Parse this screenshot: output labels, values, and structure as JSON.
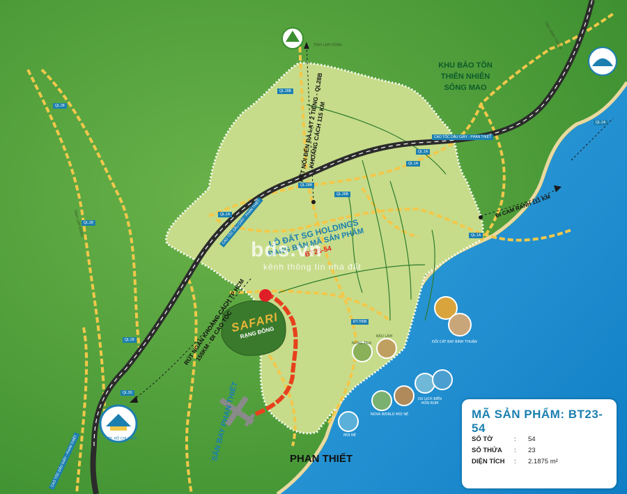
{
  "labels": {
    "tinh_lam_dong_top": "TỈNH LÂM ĐỒNG",
    "tinh_binh_thuan": "TỈNH BÌNH THUẬN",
    "tinh_lam_dong_left": "TỈNH LÂM ĐỒNG",
    "reserve_line1": "KHU BẢO TỒN",
    "reserve_line2": "THIÊN NHIÊN",
    "reserve_line3": "SÔNG MAO",
    "expressway_east": "CAO TỐC DẦU GIÂY - PHAN THIẾT",
    "expressway_mid": "CAO TỐC DẦU GIÂY - PHAN THIẾT",
    "expressway_sw": "CAO TỐC DẦU GIÂY - PHAN THIẾT",
    "dalat_link_1": "KẾT NỐI ĐẾN ĐÀ LẠT 2 TIẾNG - QL28B",
    "dalat_link_2": "KHOẢNG CÁCH 115 KM",
    "cam_ranh": "ĐI CAM RANH 111 KM",
    "hcm_1": "RÚT NGẮN KHOẢNG CÁCH TP HCM",
    "hcm_2": "155KM - ĐI CAO TỐC",
    "project_1": "LÔ ĐẤT SG HOLDINGS",
    "project_2": "ĐANG BÁN MÃ SẢN PHẨM",
    "project_code": "BT23-54",
    "safari_1": "SAFARI",
    "safari_2": "RẠNG ĐÔNG",
    "airport": "SÂN BAY PHAN THIẾT",
    "phan_thiet": "PHAN THIẾT",
    "doi_cat": "ĐỒI CÁT BAY BÌNH THUẬN",
    "du_lich": "DU LỊCH BIỂN",
    "du_lich_2": "HÒN ROM",
    "novaworld": "NOVA WORLD MŨI NÉ",
    "mui_ne": "MŨI NÉ",
    "tp_hcm": "TP. HỒ CHÍ MINH",
    "resort_left": "NÔNG TRẠI",
    "resort_right": "BẢO LÂM",
    "watermark": "bds.vn",
    "watermark_sub": "kênh thông tin nhà đất"
  },
  "roads": {
    "ql28": "QL.28",
    "ql28b_a": "QL.28B",
    "ql28b_b": "QL.28B",
    "ql28b_c": "QL.28B",
    "ql1a_a": "QL.1A",
    "ql1a_b": "QL.1A",
    "ql1a_c": "QL.1A",
    "ql1a_d": "QL.1A",
    "ql1a_e": "QL.1A",
    "ql55": "QL.55",
    "dt": "ĐT.706B",
    "ql28_w": "QL.28",
    "ql28_s": "QL.28"
  },
  "product_card": {
    "title": "MÃ SẢN PHẨM: BT23-54",
    "rows": [
      {
        "label": "SỐ TỜ",
        "value": "54"
      },
      {
        "label": "SỐ THỬA",
        "value": "23"
      },
      {
        "label": "DIỆN TÍCH",
        "value": "2.1875 m²"
      }
    ]
  },
  "colors": {
    "ocean": "#1d8fd0",
    "land": "#4a9e3a",
    "region": "#c6dc8a",
    "yellow_road": "#f2c84b",
    "expressway": "#2b2b2b",
    "marker": "#e01e27",
    "route": "#e8401c"
  },
  "icons": {
    "hcm_badge": "landmark-badge-icon",
    "lam_dong_badge": "landmark-badge-icon",
    "ocean_badge": "landmark-badge-icon",
    "marker": "location-dot-icon",
    "airport": "airport-icon"
  }
}
